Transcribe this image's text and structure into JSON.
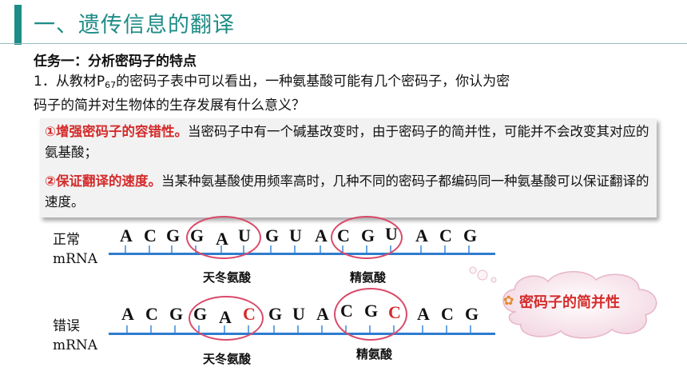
{
  "header": {
    "title": "一、遗传信息的翻译"
  },
  "task": {
    "heading": "任务一：分析密码子的特点",
    "question_prefix": "1．从教材P",
    "question_sub": "67",
    "question_suffix": "的密码子表中可以看出，一种氨基酸可能有几个密码子，你认为密",
    "question_line2": "码子的简并对生物体的生存发展有什么意义？"
  },
  "answer": {
    "point1_bold": "①增强密码子的容错性。",
    "point1_text": "当密码子中有一个碱基改变时，由于密码子的简并性，可能并不会改变其对应的氨基酸；",
    "point2_bold": "②保证翻译的速度。",
    "point2_text": "当某种氨基酸使用频率高时，几种不同的密码子都编码同一种氨基酸可以保证翻译的速度。"
  },
  "diagram": {
    "normal": {
      "label_line1": "正常",
      "label_line2": "mRNA",
      "bases": [
        "A",
        "C",
        "G",
        "G",
        "A",
        "U",
        "G",
        "U",
        "A",
        "C",
        "G",
        "U",
        "A",
        "C",
        "G"
      ],
      "amino_acid_1": "天冬氨酸",
      "amino_acid_2": "精氨酸"
    },
    "mutant": {
      "label_line1": "错误",
      "label_line2": "mRNA",
      "bases": [
        "A",
        "C",
        "G",
        "G",
        "A",
        "C",
        "G",
        "U",
        "A",
        "C",
        "G",
        "C",
        "A",
        "C",
        "G"
      ],
      "mutated_positions": [
        5,
        11
      ],
      "amino_acid_1": "天冬氨酸",
      "amino_acid_2": "精氨酸"
    },
    "callout": "密码子的简并性",
    "colors": {
      "accent": "#1e8c86",
      "highlight": "#d42c2c",
      "strand": "#2f7ccf",
      "ring": "#d94a6a"
    }
  }
}
